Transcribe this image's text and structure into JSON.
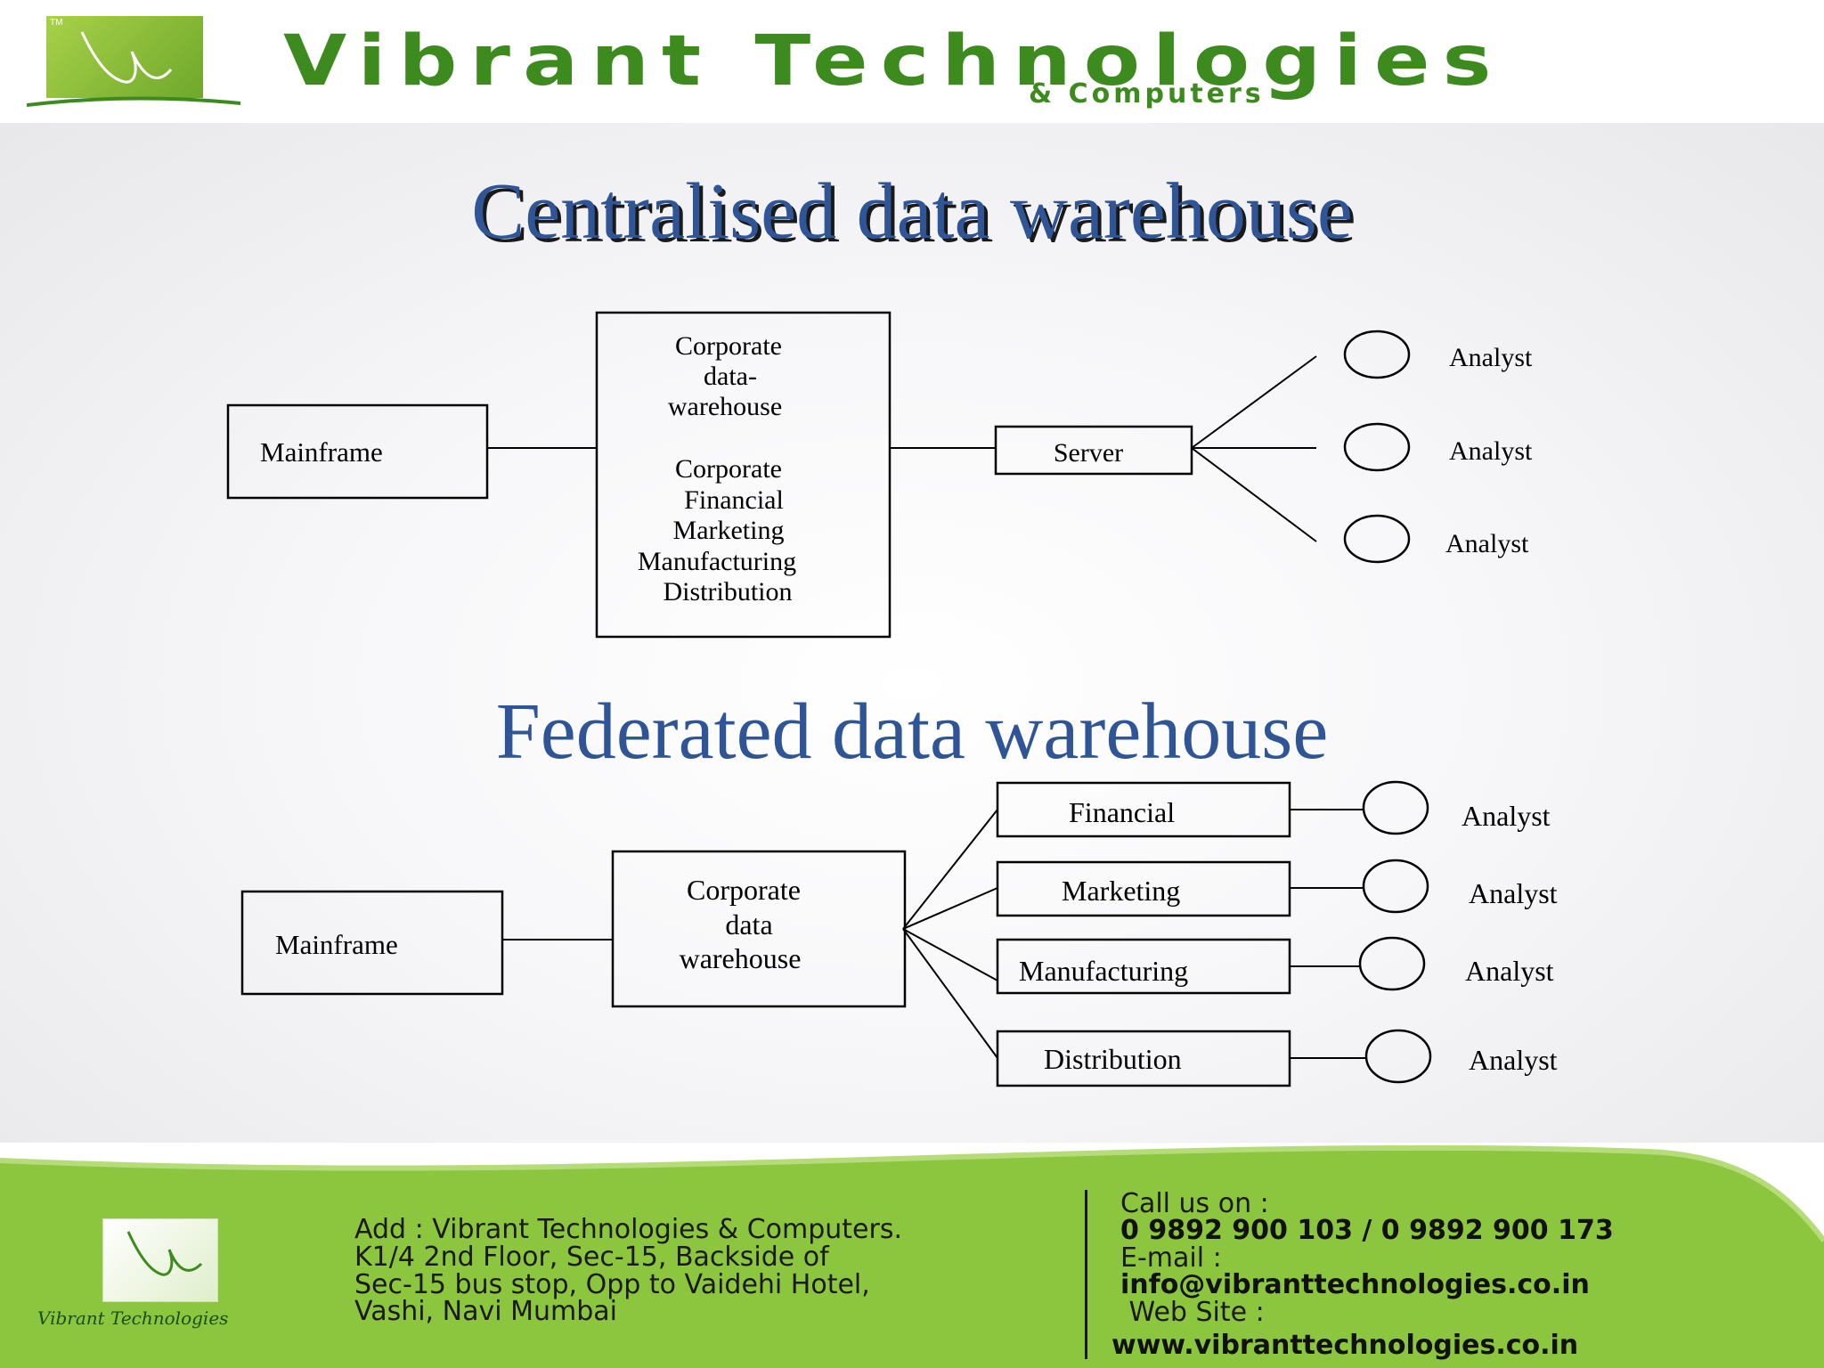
{
  "header": {
    "brand_name": "Vibrant Technologies",
    "brand_sub": "& Computers",
    "logo_tm": "TM"
  },
  "slide": {
    "title_centralised": "Centralised data warehouse",
    "title_federated": "Federated data warehouse"
  },
  "centralised": {
    "mainframe": "Mainframe",
    "warehouse_lines": [
      "Corporate",
      "data-",
      "warehouse",
      "",
      "Corporate",
      "Financial",
      "Marketing",
      "Manufacturing",
      "Distribution"
    ],
    "server": "Server",
    "analysts": [
      "Analyst",
      "Analyst",
      "Analyst"
    ]
  },
  "federated": {
    "mainframe": "Mainframe",
    "warehouse_lines": [
      "Corporate",
      "data",
      "warehouse"
    ],
    "marts": [
      "Financial",
      "Marketing",
      "Manufacturing",
      "Distribution"
    ],
    "analysts": [
      "Analyst",
      "Analyst",
      "Analyst",
      "Analyst"
    ]
  },
  "footer": {
    "logo_name": "Vibrant Technologies",
    "address_lines": [
      "Add : Vibrant Technologies & Computers.",
      "K1/4 2nd Floor, Sec-15, Backside of",
      "Sec-15 bus stop, Opp to Vaidehi Hotel,",
      "Vashi, Navi Mumbai"
    ],
    "call_label": "Call us on :",
    "phones": "0 9892 900 103 /  0 9892 900 173",
    "email_label": "E-mail :",
    "email": "info@vibranttechnologies.co.in",
    "website_label": " Web Site :",
    "website": "www.vibranttechnologies.co.in"
  },
  "colors": {
    "title_blue": "#2f5597",
    "brand_green": "#3d8a1f",
    "footer_green": "#8cc63f"
  }
}
